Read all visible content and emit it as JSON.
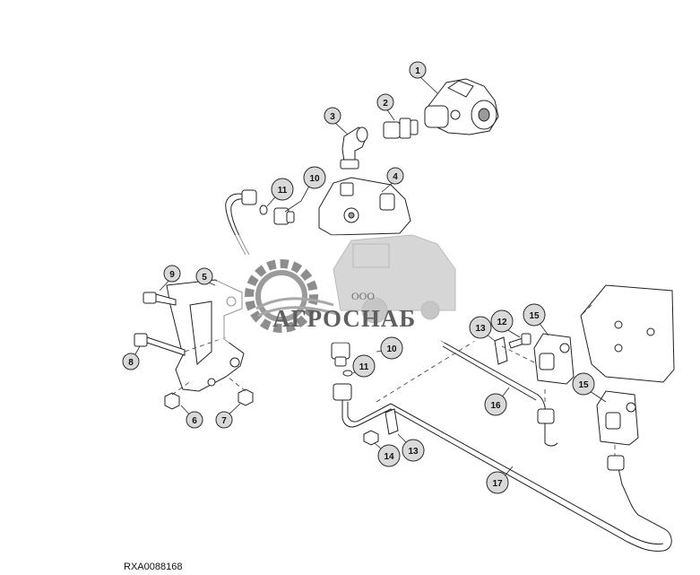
{
  "drawing_ref": "RXA0088168",
  "watermark": {
    "company": "АГРОСНАБ",
    "prefix": "ООО"
  },
  "callouts": [
    "1",
    "2",
    "3",
    "4",
    "5",
    "6",
    "7",
    "8",
    "9",
    "10",
    "11",
    "12",
    "13",
    "14",
    "15",
    "16",
    "17"
  ]
}
